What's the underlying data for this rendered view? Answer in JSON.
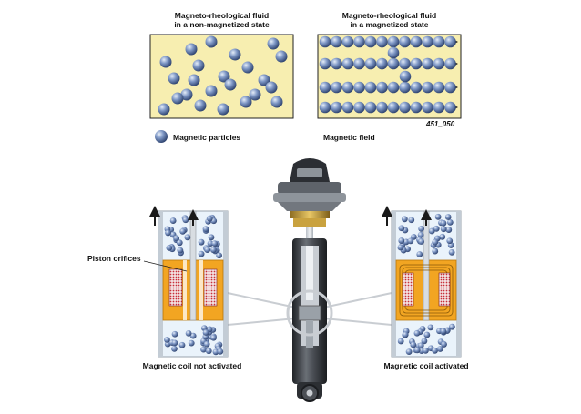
{
  "labels": {
    "non_magnetized_line1": "Magneto-rheological fluid",
    "non_magnetized_line2": "in a non-magnetized state",
    "magnetized_line1": "Magneto-rheological fluid",
    "magnetized_line2": "in a magnetized state",
    "magnetic_particles": "Magnetic particles",
    "magnetic_field": "Magnetic field",
    "figure_number": "451_050",
    "piston_orifices": "Piston orifices",
    "coil_not_activated": "Magnetic coil not activated",
    "coil_activated": "Magnetic coil activated"
  },
  "colors": {
    "fluid_panel": "#f7eeb0",
    "particle": "#6d87b8",
    "particle_highlight": "#dfe8f6",
    "piston_orange": "#f2a522",
    "coil_red": "#c8303a",
    "shock_dark": "#3a3d42",
    "spring_seat": "#d8b24a",
    "zoom_grey": "#c9cdd2"
  },
  "icons": [
    "up-arrow-icon",
    "magnetic-particle-icon"
  ]
}
